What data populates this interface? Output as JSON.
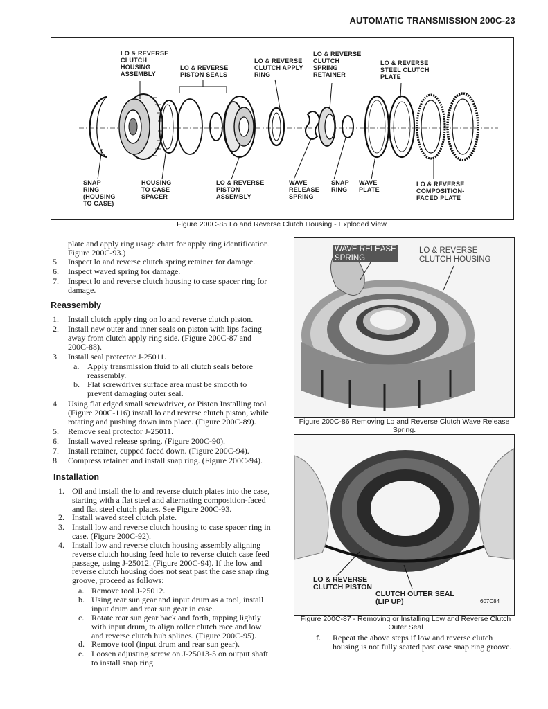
{
  "header": {
    "title": "AUTOMATIC TRANSMISSION 200C-23"
  },
  "fig85": {
    "top_labels": [
      "LO & REVERSE\nCLUTCH\nHOUSING\nASSEMBLY",
      "LO & REVERSE\nPISTON SEALS",
      "LO & REVERSE\nCLUTCH APPLY\nRING",
      "LO & REVERSE\nCLUTCH\nSPRING\nRETAINER",
      "LO & REVERSE\nSTEEL CLUTCH\nPLATE"
    ],
    "bottom_labels": [
      "SNAP\nRING\n(HOUSING\nTO CASE)",
      "HOUSING\nTO CASE\nSPACER",
      "LO & REVERSE\nPISTON\nASSEMBLY",
      "WAVE\nRELEASE\nSPRING",
      "SNAP\nRING",
      "WAVE\nPLATE",
      "LO & REVERSE\nCOMPOSITION-\nFACED PLATE"
    ],
    "caption": "Figure 200C-85 Lo and Reverse Clutch Housing - Exploded View"
  },
  "left_col": {
    "intro": "plate and apply ring usage chart for apply ring identification. Figure 200C-93.)",
    "inspect_items": [
      {
        "n": "5.",
        "t": "Inspect lo and reverse clutch spring retainer for damage."
      },
      {
        "n": "6.",
        "t": "Inspect waved spring for damage."
      },
      {
        "n": "7.",
        "t": "Inspect lo and reverse clutch housing to case spacer ring for damage."
      }
    ],
    "reassembly_heading": "Reassembly",
    "reassembly_items": [
      {
        "n": "1.",
        "t": "Install clutch apply ring on lo and reverse clutch piston."
      },
      {
        "n": "2.",
        "t": "Install new outer and inner seals on piston with lips facing away from clutch apply ring side. (Figure 200C-87 and 200C-88)."
      },
      {
        "n": "3.",
        "t": "Install seal protector J-25011."
      },
      {
        "n": "a.",
        "t": "Apply transmission fluid to all clutch seals before reassembly."
      },
      {
        "n": "b.",
        "t": "Flat screwdriver surface area must be smooth to prevent damaging outer seal."
      },
      {
        "n": "4.",
        "t": "Using flat edged small screwdriver, or Piston Installing tool (Figure 200C-116) install lo and reverse clutch piston, while rotating and pushing down into place. (Figure 200C-89)."
      },
      {
        "n": "5.",
        "t": "Remove seal protector J-25011."
      },
      {
        "n": "6.",
        "t": "Install waved release spring. (Figure 200C-90)."
      },
      {
        "n": "7.",
        "t": "Install retainer, cupped faced down. (Figure 200C-94)."
      },
      {
        "n": "8.",
        "t": "Compress retainer and install snap ring. (Figure 200C-94)."
      }
    ],
    "installation_heading": "Installation",
    "installation_items": [
      {
        "n": "1.",
        "t": "Oil and install the lo and reverse clutch plates into the case, starting with a flat steel and alternating composition-faced and flat steel clutch plates. See Figure 200C-93."
      },
      {
        "n": "2.",
        "t": "Install waved steel clutch plate."
      },
      {
        "n": "3.",
        "t": "Install low and reverse clutch housing to case spacer ring in case. (Figure 200C-92)."
      },
      {
        "n": "4.",
        "t": "Install low and reverse clutch housing assembly aligning reverse clutch housing feed hole to reverse clutch case feed passage, using J-25012. (Figure 200C-94). If the low and reverse clutch housing does not seat past the case snap ring groove, proceed as follows:"
      },
      {
        "n": "a.",
        "t": "Remove tool J-25012."
      },
      {
        "n": "b.",
        "t": "Using rear sun gear and input drum as a tool, install input drum and rear sun gear in case."
      },
      {
        "n": "c.",
        "t": "Rotate rear sun gear back and forth, tapping lightly with input drum, to align roller clutch race and low and reverse clutch hub splines. (Figure 200C-95)."
      },
      {
        "n": "d.",
        "t": "Remove tool (input drum and rear sun gear)."
      },
      {
        "n": "e.",
        "t": "Loosen adjusting screw on J-25013-5 on output shaft to install snap ring."
      }
    ]
  },
  "fig86": {
    "label_left": "WAVE RELEASE\nSPRING",
    "label_right": "LO & REVERSE\nCLUTCH HOUSING",
    "caption": "Figure 200C-86 Removing Lo and Reverse Clutch Wave Release Spring."
  },
  "fig87": {
    "label_piston": "LO & REVERSE\nCLUTCH PISTON",
    "label_seal": "CLUTCH OUTER SEAL\n(LIP UP)",
    "code": "607C84",
    "caption": "Figure 200C-87 - Removing or Installing Low and Reverse Clutch Outer Seal"
  },
  "right_text": {
    "n": "f.",
    "t": "Repeat the above steps if low and reverse clutch housing is not fully seated past case snap ring groove."
  }
}
